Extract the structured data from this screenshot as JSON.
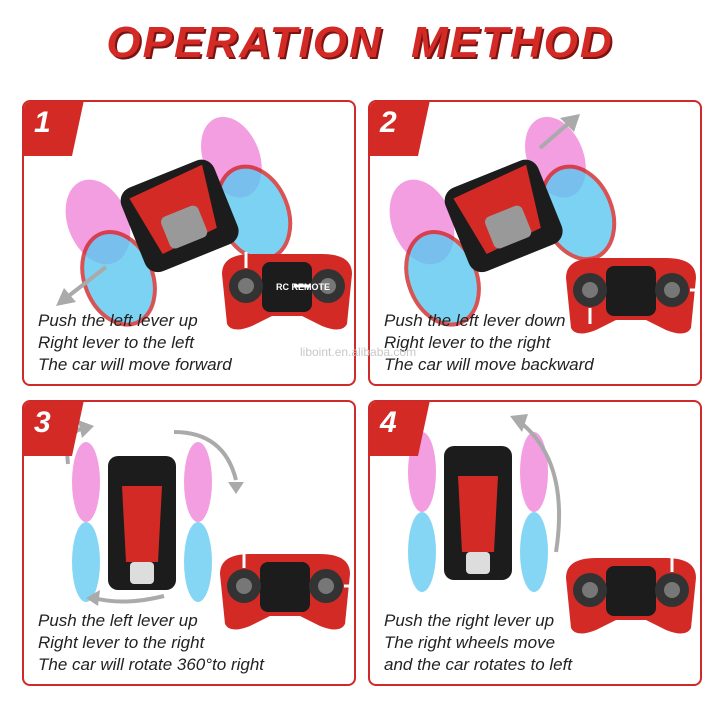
{
  "title": "OPERATION  METHOD",
  "watermark": "liboint.en.alibaba.com",
  "colors": {
    "accent": "#d42a26",
    "panel_border": "#d0292a",
    "wheel_blue": "#5cc8f0",
    "wheel_pink": "#e84fc8"
  },
  "panels": [
    {
      "number": "1",
      "lines": [
        "Push the left lever up",
        "Right lever to the left",
        "The car will move forward"
      ]
    },
    {
      "number": "2",
      "lines": [
        "Push the left lever down",
        "Right lever to the right",
        "The car will move backward"
      ]
    },
    {
      "number": "3",
      "lines": [
        "Push the left lever up",
        "Right lever to the right",
        "The car will rotate 360°to right"
      ]
    },
    {
      "number": "4",
      "lines": [
        "Push the right lever up",
        "The right wheels move",
        "and the car rotates to left"
      ]
    }
  ],
  "remote_label": "RC REMOTE"
}
